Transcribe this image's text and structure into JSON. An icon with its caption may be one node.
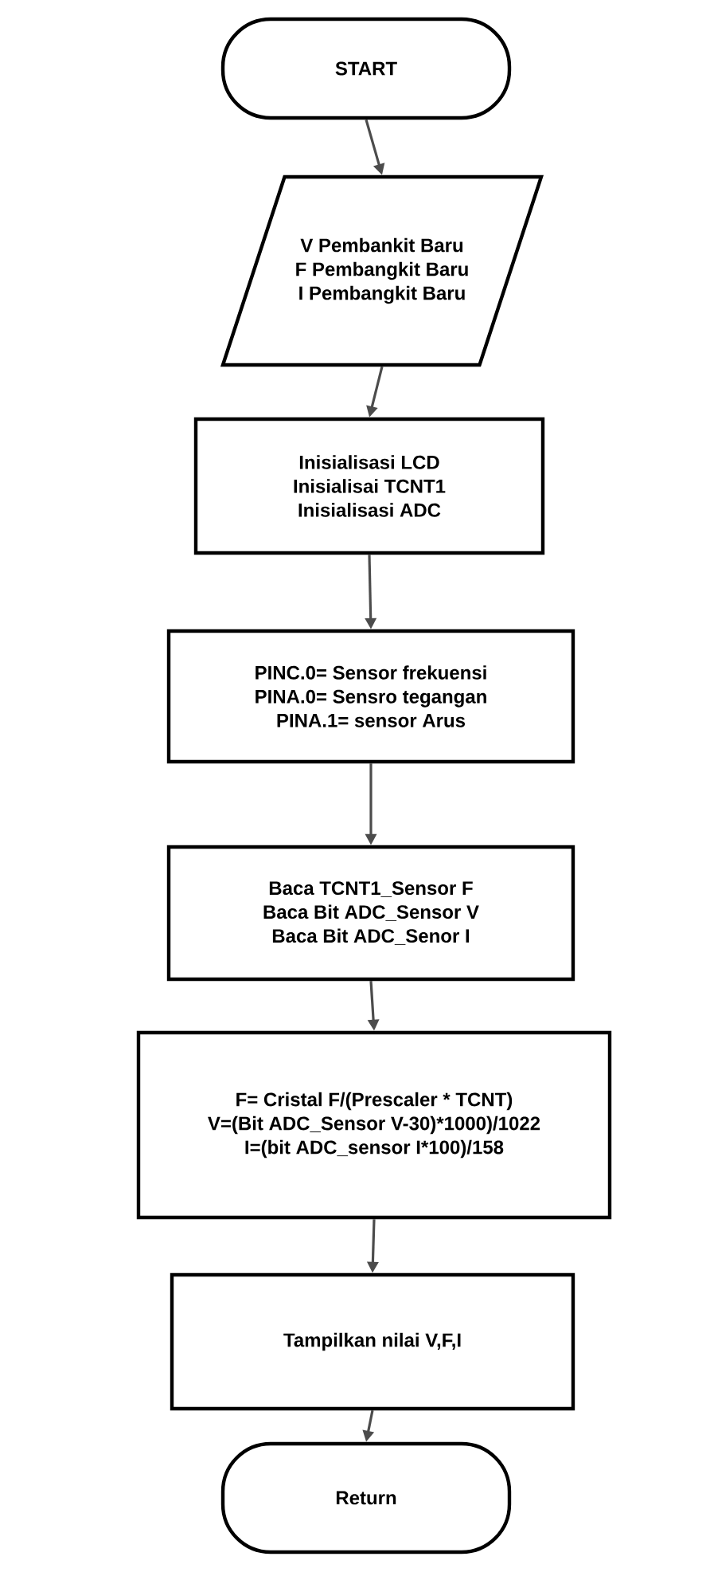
{
  "diagram": {
    "nodes": [
      {
        "text": [
          "START"
        ]
      },
      {
        "text": [
          "V Pembankit Baru",
          "F Pembangkit Baru",
          "I Pembangkit Baru"
        ]
      },
      {
        "text": [
          "Inisialisasi LCD",
          "Inisialisai TCNT1",
          "Inisialisasi ADC"
        ]
      },
      {
        "text": [
          "PINC.0= Sensor frekuensi",
          "PINA.0= Sensro tegangan",
          "PINA.1= sensor Arus"
        ]
      },
      {
        "text": [
          "Baca TCNT1_Sensor F",
          "Baca Bit ADC_Sensor V",
          "Baca Bit ADC_Senor I"
        ]
      },
      {
        "text": [
          "F= Cristal F/(Prescaler * TCNT)",
          "V=(Bit ADC_Sensor V-30)*1000)/1022",
          "I=(bit ADC_sensor I*100)/158"
        ]
      },
      {
        "text": [
          "Tampilkan nilai V,F,I"
        ]
      },
      {
        "text": [
          "Return"
        ]
      }
    ],
    "edges": [
      {
        "from": 0,
        "to": 1,
        "arrow": "to"
      },
      {
        "from": 1,
        "to": 2,
        "arrow": "to"
      },
      {
        "from": 2,
        "to": 3,
        "arrow": "to"
      },
      {
        "from": 3,
        "to": 4,
        "arrow": "to"
      },
      {
        "from": 4,
        "to": 5,
        "arrow": "to"
      },
      {
        "from": 5,
        "to": 6,
        "arrow": "to"
      },
      {
        "from": 6,
        "to": 7,
        "arrow": "to"
      }
    ]
  }
}
